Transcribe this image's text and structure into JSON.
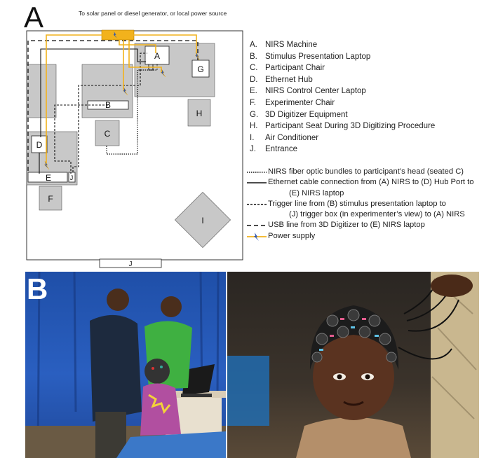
{
  "panel_a": {
    "letter": "A",
    "power_source_note": "To solar panel or diesel generator, or local power source",
    "room_labels": {
      "a": "A",
      "b": "B",
      "c": "C",
      "d": "D",
      "e": "E",
      "f": "F",
      "g": "G",
      "h": "H",
      "i": "I",
      "j": "J"
    },
    "key": [
      {
        "letter": "A.",
        "text": "NIRS Machine"
      },
      {
        "letter": "B.",
        "text": "Stimulus Presentation Laptop"
      },
      {
        "letter": "C.",
        "text": "Participant Chair"
      },
      {
        "letter": "D.",
        "text": "Ethernet Hub"
      },
      {
        "letter": "E.",
        "text": "NIRS Control Center Laptop"
      },
      {
        "letter": "F.",
        "text": "Experimenter Chair"
      },
      {
        "letter": "G.",
        "text": "3D Digitizer Equipment"
      },
      {
        "letter": "H.",
        "text": "Participant Seat During 3D Digitizing Procedure"
      },
      {
        "letter": "I.",
        "text": "Air Conditioner"
      },
      {
        "letter": "J.",
        "text": "Entrance"
      }
    ],
    "line_legend": {
      "fiber": "NIRS fiber optic bundles to participant’s head (seated C)",
      "ethernet_1": "Ethernet cable connection from (A) NIRS to (D) Hub Port to",
      "ethernet_2": "(E) NIRS laptop",
      "trigger_1": "Trigger line from (B) stimulus presentation laptop to",
      "trigger_2": "(J) trigger box (in experimenter’s view) to (A) NIRS",
      "usb": "USB line from 3D Digitizer to (E) NIRS laptop",
      "power": "Power supply"
    },
    "colors": {
      "furniture": "#c8c8c8",
      "power": "#f2b21c",
      "plug": "#2d55b0"
    }
  },
  "panel_b": {
    "letter": "B"
  }
}
